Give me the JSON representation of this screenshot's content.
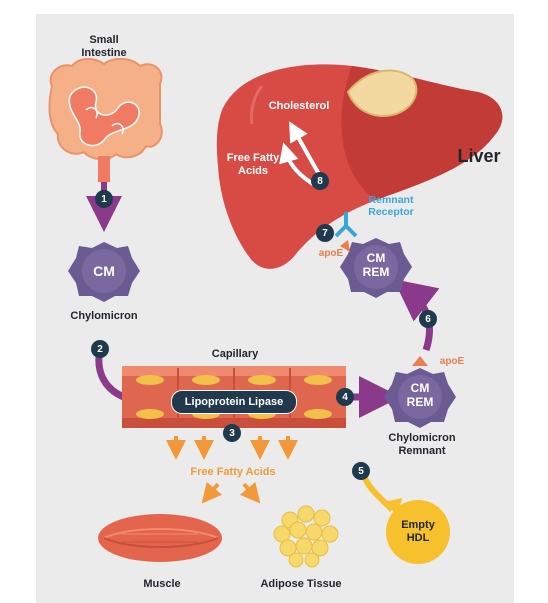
{
  "labels": {
    "small_intestine": "Small\nIntestine",
    "chylomicron": "Chylomicron",
    "cm": "CM",
    "capillary": "Capillary",
    "lipoprotein_lipase": "Lipoprotein Lipase",
    "free_fatty_acids": "Free Fatty Acids",
    "muscle": "Muscle",
    "adipose_tissue": "Adipose Tissue",
    "empty_hdl": "Empty\nHDL",
    "cm_rem": "CM\nREM",
    "chylomicron_remnant": "Chylomicron\nRemnant",
    "apoe": "apoE",
    "remnant_receptor": "Remnant\nReceptor",
    "liver": "Liver",
    "cholesterol": "Cholesterol",
    "liver_free_fatty_acids": "Free Fatty\nAcids"
  },
  "steps": [
    "1",
    "2",
    "3",
    "4",
    "5",
    "6",
    "7",
    "8"
  ],
  "colors": {
    "background": "#ebebeb",
    "liver": "#d84b45",
    "cm_particle": "#6c5a93",
    "arrow_purple": "#8b3a8b",
    "arrow_orange": "#f29a3a",
    "hdl": "#f7c12e",
    "receptor": "#3aa6d8",
    "step_badge": "#1f3a4d"
  }
}
